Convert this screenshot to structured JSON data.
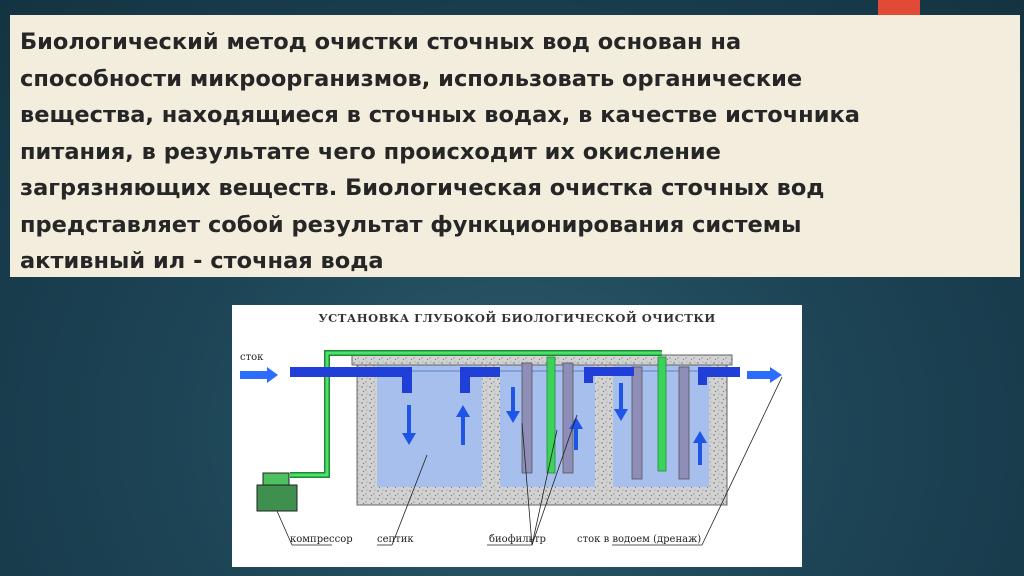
{
  "slide": {
    "paragraph_lines": [
      "Биологический метод очистки сточных вод основан на",
      "способности микроорганизмов, использовать органические",
      "вещества, находящиеся в сточных водах, в качестве источника",
      "питания, в результате чего происходит их окисление",
      "загрязняющих веществ. Биологическая очистка сточных вод",
      "представляет собой результат функционирования системы",
      "активный ил - сточная вода"
    ]
  },
  "diagram": {
    "title": "УСТАНОВКА ГЛУБОКОЙ БИОЛОГИЧЕСКОЙ ОЧИСТКИ",
    "labels": {
      "inlet": "сток",
      "compressor": "компрессор",
      "septic": "септик",
      "biofilter": "биофильтр",
      "outlet": "сток в водоем (дренаж)"
    },
    "colors": {
      "water": "#9fb8e8",
      "pipe": "#1f3fd8",
      "air_line": "#3bd35a",
      "concrete": "#cfcfcf",
      "media": "#8f8fb8",
      "compressor": "#3f8f4f"
    }
  }
}
